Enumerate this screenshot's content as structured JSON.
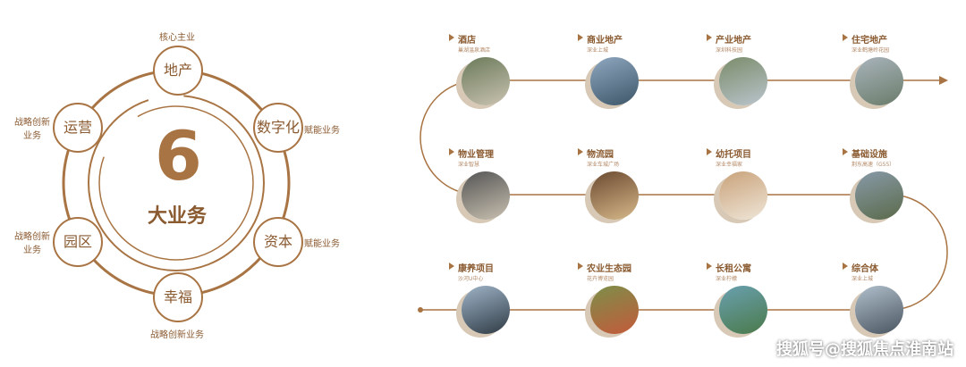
{
  "diagram": {
    "center_number": "6",
    "center_label": "大业务",
    "nodes": [
      {
        "name": "地产",
        "note": "核心主业"
      },
      {
        "name": "数字化",
        "note": "赋能业务"
      },
      {
        "name": "资本",
        "note": "赋能业务"
      },
      {
        "name": "幸福",
        "note": "战略创新业务"
      },
      {
        "name": "园区",
        "note": "战略创新业务"
      },
      {
        "name": "运营",
        "note": "战略创新业务"
      }
    ]
  },
  "items": [
    {
      "name": "酒店",
      "sub": "巢湖温泉酒店"
    },
    {
      "name": "商业地产",
      "sub": "深业上城"
    },
    {
      "name": "产业地产",
      "sub": "深圳科技园"
    },
    {
      "name": "住宅地产",
      "sub": "深业鹤塘岭花园"
    },
    {
      "name": "物业管理",
      "sub": "深业智慧"
    },
    {
      "name": "物流园",
      "sub": "深业车城广场"
    },
    {
      "name": "幼托项目",
      "sub": "深业幸福家"
    },
    {
      "name": "基础设施",
      "sub": "荆东高速（G55）"
    },
    {
      "name": "康养项目",
      "sub": "沙河U中心"
    },
    {
      "name": "农业生态园",
      "sub": "花卉博览园"
    },
    {
      "name": "长租公寓",
      "sub": "深业柠檬"
    },
    {
      "name": "综合体",
      "sub": "深业上城"
    }
  ],
  "watermark": "搜狐号@搜狐焦点淮南站",
  "colors": {
    "accent": "#a97443"
  }
}
